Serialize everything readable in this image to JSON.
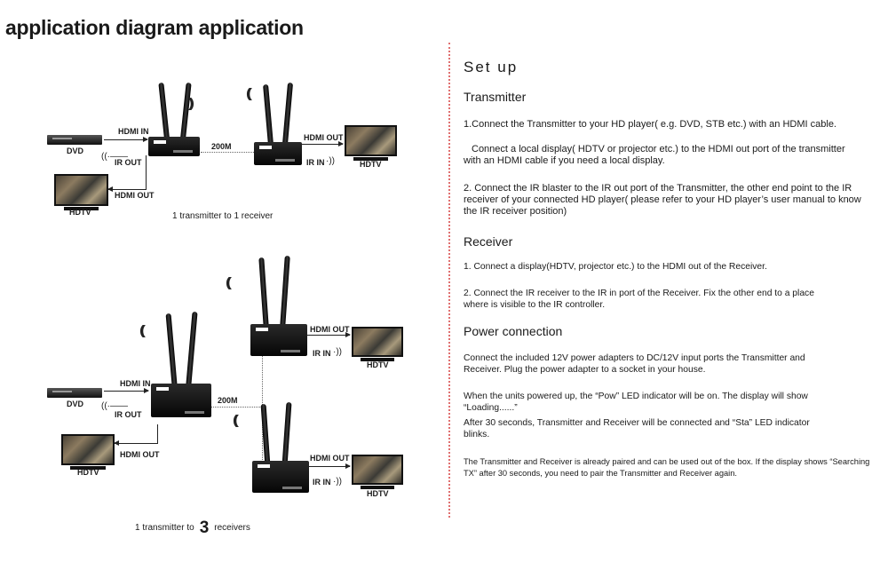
{
  "title": "application diagram application",
  "diagram": {
    "labels": {
      "hdmi_in": "HDMI IN",
      "hdmi_out": "HDMI OUT",
      "ir_out": "IR OUT",
      "ir_in": "IR IN",
      "dvd": "DVD",
      "hdtv": "HDTV",
      "distance": "200M"
    },
    "caption_top": "1 transmitter to 1 receiver",
    "caption_bottom": {
      "prefix": "1 transmitter to",
      "number": "3",
      "suffix": "receivers"
    }
  },
  "setup": {
    "heading": "Set up",
    "transmitter": {
      "heading": "Transmitter",
      "p1a": "1.Connect the Transmitter to your HD player( e.g. DVD, STB etc.) with an HDMI cable.",
      "p1b": "Connect a local display( HDTV or projector etc.) to the HDMI out port of the transmitter with an HDMI cable if you need a local display.",
      "p2": "2. Connect the IR blaster to the IR out port of the Transmitter, the other end point to the IR receiver of your connected HD player( please refer to your HD player’s user manual to know the IR receiver position)"
    },
    "receiver": {
      "heading": "Receiver",
      "p1": "1. Connect a display(HDTV, projector etc.) to the HDMI out of the Receiver.",
      "p2": "2. Connect the IR receiver to the IR in port of the Receiver. Fix the other end to a place where is visible to the IR controller."
    },
    "power": {
      "heading": "Power connection",
      "p1": "Connect the included 12V power adapters to DC/12V input ports the Transmitter and Receiver. Plug the power adapter to a socket in your house.",
      "p2": "When the units powered up, the “Pow” LED indicator will be on. The display will show “Loading......”",
      "p3": "After 30 seconds, Transmitter and Receiver will be connected and “Sta” LED indicator blinks.",
      "p4": "The Transmitter and Receiver is already paired and can be used out of the box. If the display shows “Searching TX” after 30 seconds, you need to pair the Transmitter and Receiver again."
    }
  }
}
